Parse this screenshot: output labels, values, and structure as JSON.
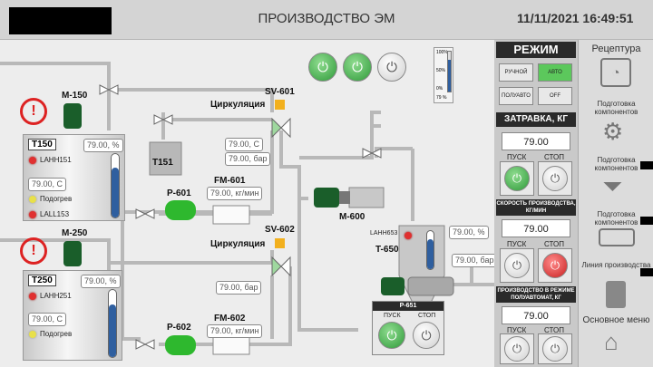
{
  "header": {
    "title": "ПРОИЗВОДСТВО ЭМ",
    "datetime": "11/11/2021 16:49:51"
  },
  "colors": {
    "pipe": "#b8b8b8",
    "pump_green": "#2eb82e",
    "led_red": "#e03030",
    "led_yellow": "#e8e04a",
    "auto_green": "#5cc85c"
  },
  "gauge": {
    "label_top": "100%",
    "label_mid": "50%",
    "label_bottom": "0%",
    "value": "79 %",
    "level": 0.79
  },
  "t150": {
    "name": "T150",
    "level_val": "79.00, %",
    "lahh": "LAHH151",
    "temp": "79.00, С",
    "heater": "Подогрев",
    "lall": "LALL153",
    "level": 0.79
  },
  "t250": {
    "name": "T250",
    "level_val": "79.00, %",
    "lahh": "LAHH251",
    "temp": "79.00, С",
    "heater": "Подогрев",
    "level": 0.79
  },
  "t151": {
    "name": "T151"
  },
  "m150": "M-150",
  "m250": "M-250",
  "m600": "M-600",
  "p601": {
    "name": "P-601"
  },
  "p602": {
    "name": "P-602"
  },
  "fm601": {
    "name": "FM-601",
    "val": "79.00, кг/мин"
  },
  "fm602": {
    "name": "FM-602",
    "val": "79.00, кг/мин"
  },
  "sv601": {
    "name": "SV-601",
    "circ": "Циркуляция"
  },
  "sv602": {
    "name": "SV-602",
    "circ": "Циркуляция"
  },
  "readings": {
    "t_c": "79.00, С",
    "p1": "79.00, бар",
    "p2": "79.00, бар",
    "p3": "79.00, бар"
  },
  "t650": {
    "name": "T-650",
    "lahh": "LAHH653",
    "level_val": "79.00, %",
    "level": 0.79,
    "p_val": "79.00, бар"
  },
  "p651": {
    "title": "P-651",
    "start": "ПУСК",
    "stop": "СТОП"
  },
  "mode": {
    "title": "РЕЖИМ",
    "manual": "РУЧНОЙ",
    "auto": "АВТО",
    "semi": "ПОЛУАВТО",
    "off": "OFF"
  },
  "load": {
    "title": "ЗАТРАВКА, КГ",
    "val": "79.00",
    "start": "ПУСК",
    "stop": "СТОП"
  },
  "speed": {
    "title": "СКОРОСТЬ ПРОИЗВОДСТВА, КГ/МИН",
    "val": "79.00",
    "start": "ПУСК",
    "stop": "СТОП"
  },
  "semi_prod": {
    "title": "ПРОИЗВОДСТВО В РЕЖИМЕ ПОЛУАВТОМАТ, КГ",
    "val": "79.00",
    "start": "ПУСК",
    "stop": "СТОП"
  },
  "recipe": {
    "title": "Рецептура",
    "prep1": "Подготовка компонентов",
    "prep2": "Подготовка компонентов",
    "prep3": "Подготовка компонентов",
    "line": "Линия производства",
    "main": "Основное меню"
  }
}
